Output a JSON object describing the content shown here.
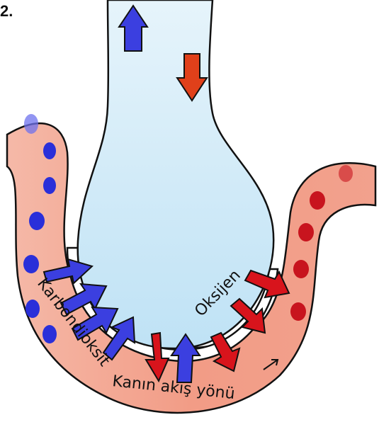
{
  "question_number": "2.",
  "labels": {
    "carbon_dioxide": "Karbondioksit",
    "oxygen": "Oksijen",
    "blood_flow": "Kanın akış yönü"
  },
  "colors": {
    "alveolus_fill": "#cfe9f7",
    "alveolus_edge": "#a9d6ef",
    "capillary": "#f0a08c",
    "capillary_edge": "#c9604a",
    "deoxygenated_cell": "#2a2fd9",
    "oxygenated_cell": "#c8141e",
    "co2_arrow": "#3b3fe0",
    "o2_arrow": "#d8141c",
    "outline": "#111111"
  },
  "icons": [
    "up-arrow-icon",
    "down-arrow-icon",
    "flow-direction-arrow-icon"
  ]
}
